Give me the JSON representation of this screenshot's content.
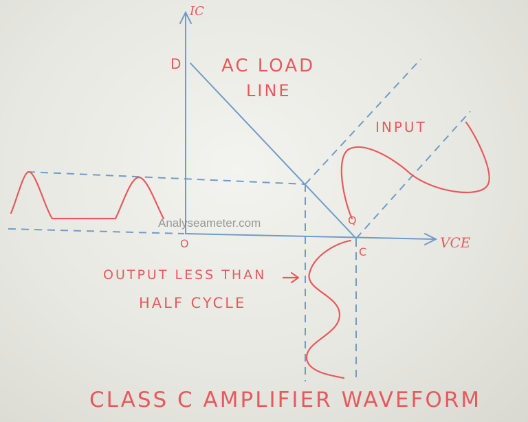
{
  "labels": {
    "y_axis": "IC",
    "x_axis": "VCE",
    "point_d": "D",
    "point_o": "O",
    "point_q": "Q",
    "point_c": "C",
    "load_line_1": "AC LOAD",
    "load_line_2": "LINE",
    "input": "INPUT",
    "output_1": "OUTPUT LESS THAN",
    "output_2": "HALF CYCLE",
    "title": "CLASS C AMPLIFIER WAVEFORM"
  },
  "watermark": "Analyseameter.com",
  "colors": {
    "ink_red": "#e8595b",
    "line_blue": "#6f9bc8",
    "background": "#ececE7"
  }
}
